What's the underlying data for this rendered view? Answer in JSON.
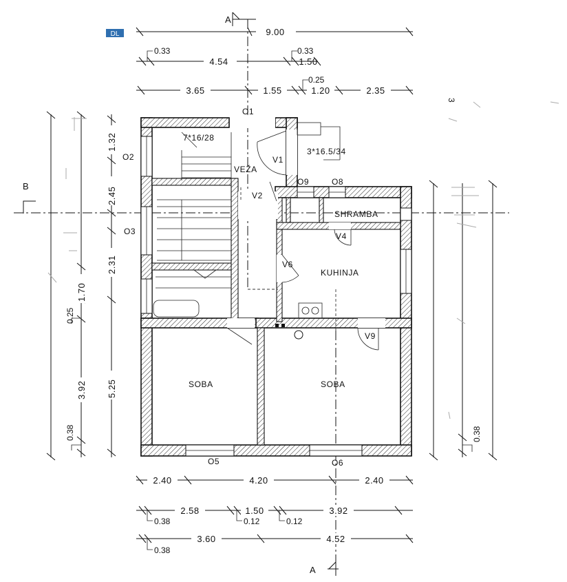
{
  "section_marks": {
    "a_top": "A",
    "a_bottom": "A",
    "b_left": "B"
  },
  "logo_text": "DL",
  "top_dims": {
    "row1": [
      "9.00"
    ],
    "row2": [
      "0.33",
      "4.54",
      "0.33",
      "1.50"
    ],
    "row3": [
      "3.65",
      "1.55",
      "0.25",
      "1.20",
      "2.35"
    ]
  },
  "bottom_dims": {
    "row1": [
      "2.40",
      "4.20",
      "2.40"
    ],
    "row2": [
      "2.58",
      "1.50",
      "3.92",
      "0.38",
      "0.12",
      "0.12"
    ],
    "row3": [
      "3.60",
      "4.52",
      "0.38"
    ]
  },
  "left_dims": {
    "outer": [
      "0.25",
      "1.70",
      "3.92",
      "0.38"
    ],
    "inner": [
      "1.32",
      "2.45",
      "2.31",
      "5.25"
    ]
  },
  "right_dims": {
    "inner": [
      "0.38"
    ],
    "margin_3": "3"
  },
  "openings": [
    "O1",
    "O2",
    "O3",
    "O5",
    "O6",
    "O8",
    "O9"
  ],
  "doors": [
    "V1",
    "V2",
    "V4",
    "V6",
    "V9"
  ],
  "stairs": [
    "7*16/28",
    "3*16.5/34"
  ],
  "rooms": {
    "veza": "VEŽA",
    "ostava": "SHRAMBA",
    "kuhinja": "KUHINJA",
    "soba_left": "SOBA",
    "soba_right": "SOBA"
  }
}
